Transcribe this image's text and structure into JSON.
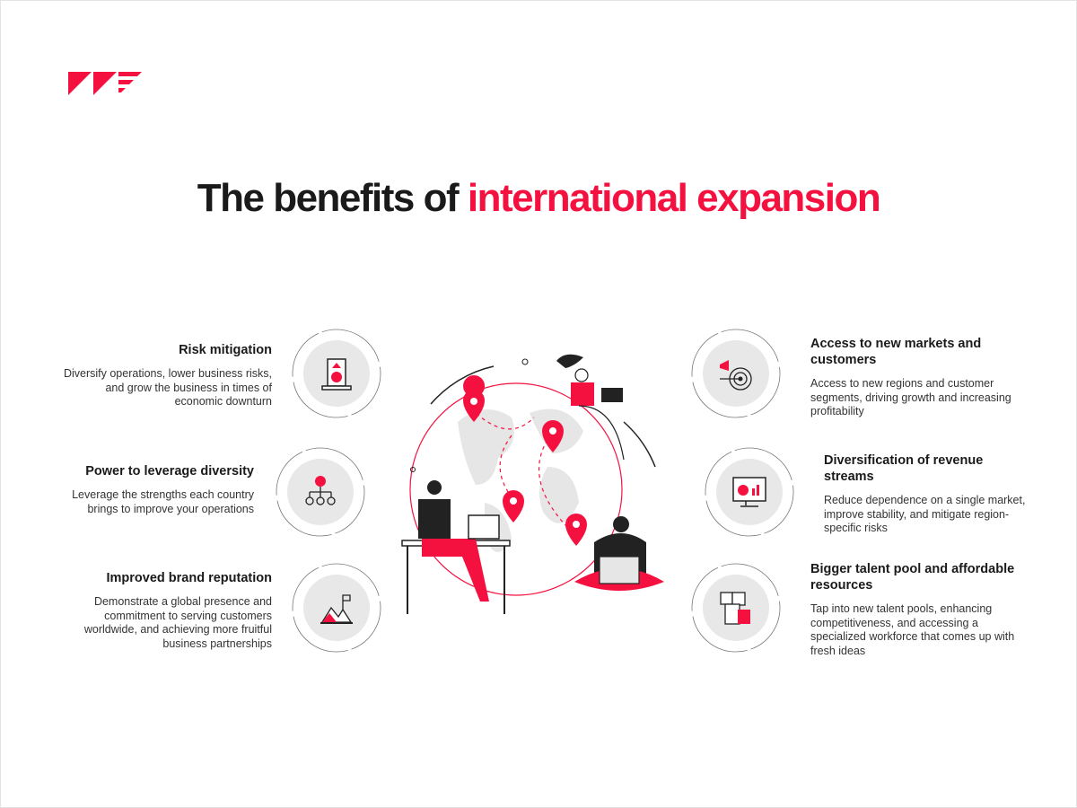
{
  "title": {
    "main": "The benefits of ",
    "accent": "international expansion"
  },
  "colors": {
    "accent": "#f5113f",
    "icon_bg": "#e8e8e8"
  },
  "left_items": [
    {
      "heading": "Risk mitigation",
      "text": "Diversify operations, lower business risks, and grow the business in times of economic downturn",
      "icon": "money-growth-icon"
    },
    {
      "heading": "Power to leverage diversity",
      "text": "Leverage the strengths each country brings to improve your operations",
      "icon": "idea-team-icon"
    },
    {
      "heading": "Improved brand reputation",
      "text": "Demonstrate a global presence and commitment to serving customers worldwide, and achieving more fruitful business partnerships",
      "icon": "mountain-flag-icon"
    }
  ],
  "right_items": [
    {
      "heading": "Access to new markets and customers",
      "text": "Access to new regions and customer segments, driving growth and increasing profitability",
      "icon": "target-megaphone-icon"
    },
    {
      "heading": "Diversification of revenue streams",
      "text": "Reduce dependence on a single market, improve stability, and mitigate region-specific risks",
      "icon": "monitor-chart-icon"
    },
    {
      "heading": "Bigger talent pool and affordable resources",
      "text": "Tap into new talent pools, enhancing competitiveness, and accessing a specialized workforce that comes up with fresh ideas",
      "icon": "documents-calculator-icon"
    }
  ]
}
